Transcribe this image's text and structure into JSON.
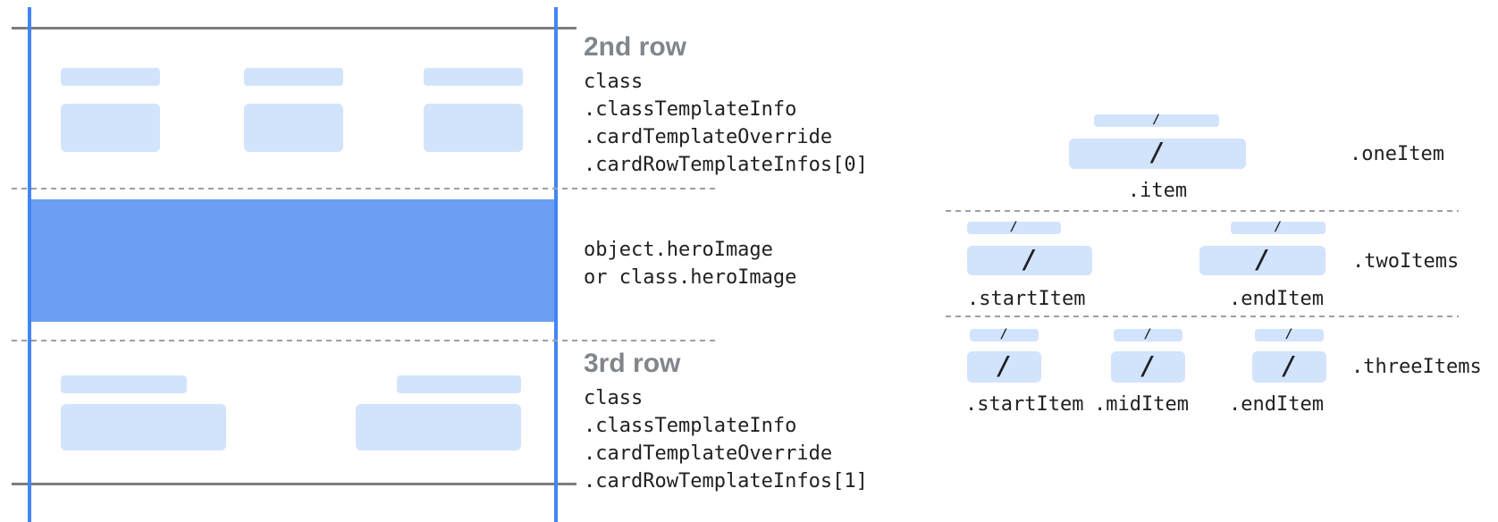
{
  "colors": {
    "item_bar": "#d2e3fc",
    "hero_band": "#6d9ef3",
    "guide_line": "#4285f4",
    "border_line": "#7d7d7d",
    "dashed_line": "#9aa0a6",
    "heading_text": "#80868b",
    "code_text": "#202124"
  },
  "glyphs": {
    "slash": "/"
  },
  "card": {
    "row2_section": {
      "heading": "2nd row",
      "code_lines": [
        "class",
        ".classTemplateInfo",
        ".cardTemplateOverride",
        ".cardRowTemplateInfos[0]"
      ]
    },
    "hero_section": {
      "code_lines": [
        "object.heroImage",
        "or class.heroImage"
      ]
    },
    "row3_section": {
      "heading": "3rd row",
      "code_lines": [
        "class",
        ".classTemplateInfo",
        ".cardTemplateOverride",
        ".cardRowTemplateInfos[1]"
      ]
    }
  },
  "examples": {
    "one_item": {
      "row_label": ".oneItem",
      "item_labels": [
        ".item"
      ]
    },
    "two_items": {
      "row_label": ".twoItems",
      "item_labels": [
        ".startItem",
        ".endItem"
      ]
    },
    "three_items": {
      "row_label": ".threeItems",
      "item_labels": [
        ".startItem",
        ".midItem",
        ".endItem"
      ]
    }
  }
}
